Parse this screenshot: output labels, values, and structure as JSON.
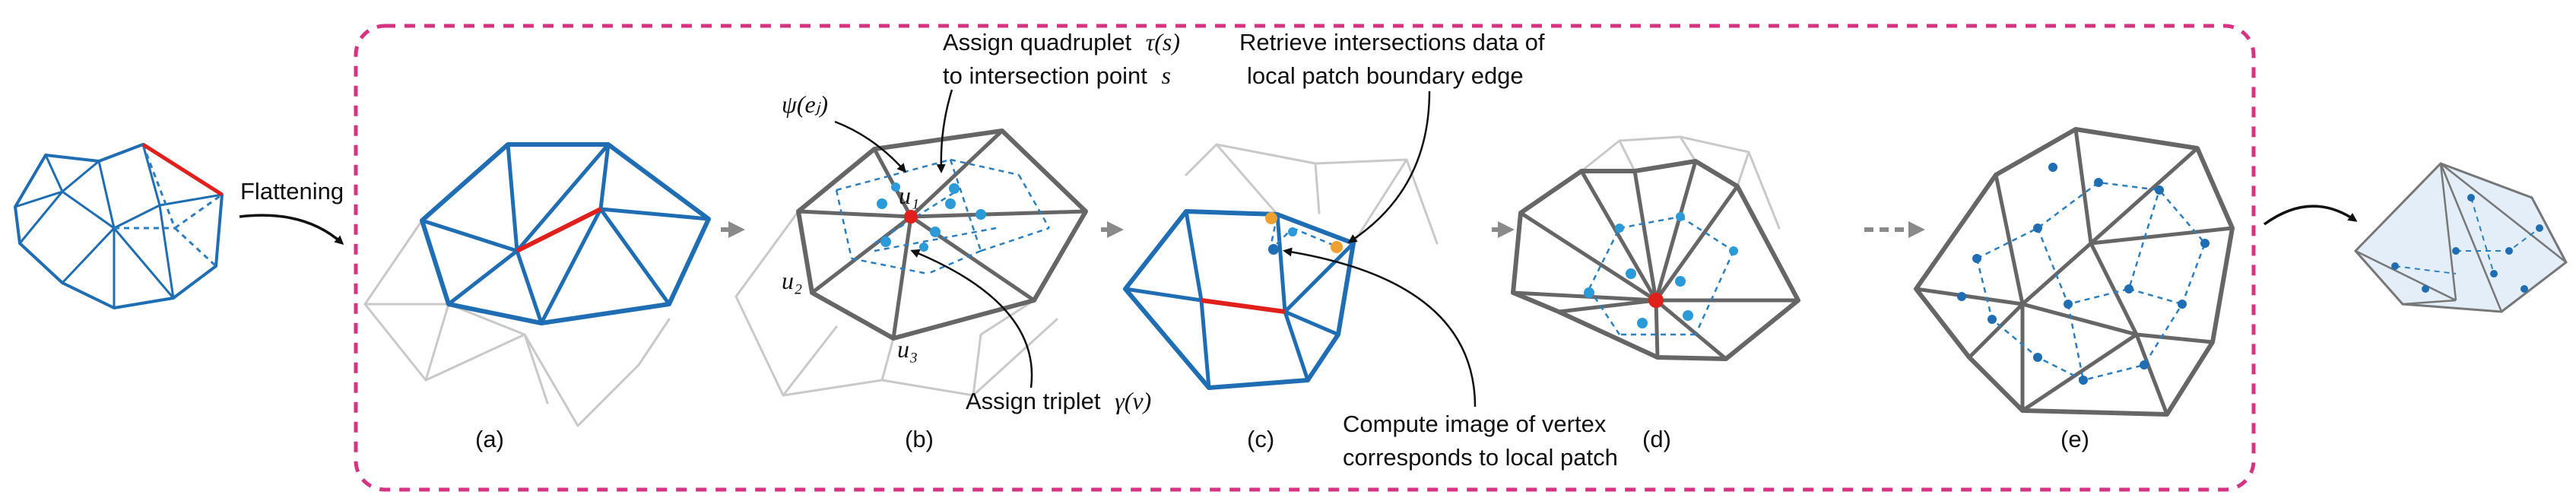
{
  "labels": {
    "flattening": "Flattening",
    "assign_quadruplet_1": "Assign quadruplet",
    "assign_quadruplet_2": "to intersection point",
    "retrieve_1": "Retrieve intersections data of",
    "retrieve_2": "local patch boundary edge",
    "compute_1": "Compute image of vertex",
    "compute_2": "corresponds to local patch",
    "assign_triplet": "Assign triplet"
  },
  "math": {
    "tau_s": "τ(s)",
    "s": "s",
    "psi_ej": "ψ(eⱼ)",
    "u1": "u₁",
    "u2": "u₂",
    "u3": "u₃",
    "gamma_v": "γ(v)"
  },
  "captions": {
    "a": "(a)",
    "b": "(b)",
    "c": "(c)",
    "d": "(d)",
    "e": "(e)"
  },
  "colors": {
    "frame": "#d63384",
    "mesh_blue": "#1f6db3",
    "highlight_red": "#e0201b",
    "mesh_gray": "#666666",
    "mesh_light": "#c9c9c9",
    "intersection_blue": "#2a9bd8",
    "intersection_orange": "#f0a030",
    "arrow_gray": "#8a8a8a"
  }
}
